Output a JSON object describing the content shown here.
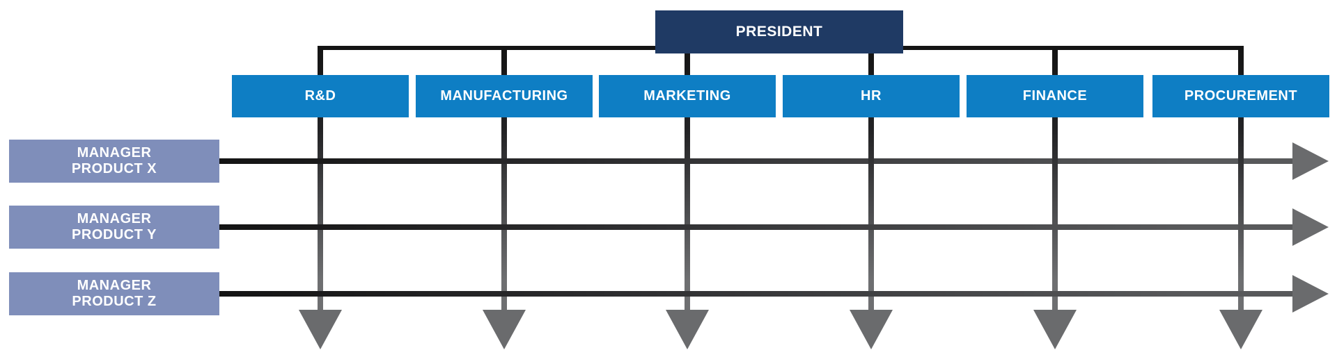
{
  "president": {
    "label": "PRESIDENT"
  },
  "departments": [
    {
      "label": "R&D"
    },
    {
      "label": "MANUFACTURING"
    },
    {
      "label": "MARKETING"
    },
    {
      "label": "HR"
    },
    {
      "label": "FINANCE"
    },
    {
      "label": "PROCUREMENT"
    }
  ],
  "managers": [
    {
      "line1": "MANAGER",
      "line2": "PRODUCT X"
    },
    {
      "line1": "MANAGER",
      "line2": "PRODUCT Y"
    },
    {
      "line1": "MANAGER",
      "line2": "PRODUCT Z"
    }
  ],
  "colors": {
    "background": "#ffffff",
    "president_bg": "#1f3a64",
    "department_bg": "#0e7ec4",
    "manager_bg": "#7f8eba",
    "line_dark": "#141414",
    "line_gray": "#6e6f71",
    "arrow_gray": "#6a6b6d",
    "text": "#ffffff"
  }
}
